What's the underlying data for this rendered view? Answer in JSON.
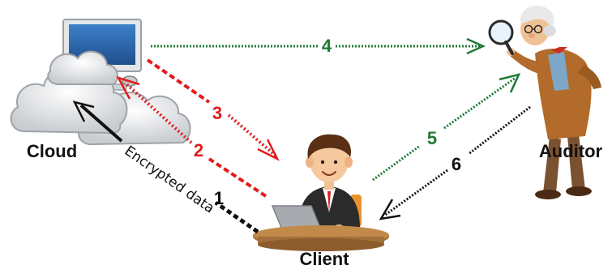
{
  "nodes": {
    "cloud": {
      "label": "Cloud"
    },
    "client": {
      "label": "Client"
    },
    "auditor": {
      "label": "Auditor"
    }
  },
  "edges": [
    {
      "id": "1",
      "label": "1",
      "text": "Encrypted data",
      "from": "client",
      "to": "cloud",
      "color": "#111111"
    },
    {
      "id": "2",
      "label": "2",
      "from": "client",
      "to": "cloud",
      "color": "#e31b1b"
    },
    {
      "id": "3",
      "label": "3",
      "from": "cloud",
      "to": "client",
      "color": "#e31b1b"
    },
    {
      "id": "4",
      "label": "4",
      "from": "cloud",
      "to": "auditor",
      "color": "#1f7a35"
    },
    {
      "id": "5",
      "label": "5",
      "from": "client",
      "to": "auditor",
      "color": "#1f7a35"
    },
    {
      "id": "6",
      "label": "6",
      "from": "auditor",
      "to": "client",
      "color": "#111111"
    }
  ],
  "colors": {
    "red": "#e31b1b",
    "green": "#1f7a35",
    "black": "#111111",
    "cloud_fill": "#d4d7da",
    "monitor_screen": "#2e6ab0",
    "table_top": "#a3703a",
    "suit": "#2b2b2b",
    "auditor_coat": "#b26b2a"
  }
}
